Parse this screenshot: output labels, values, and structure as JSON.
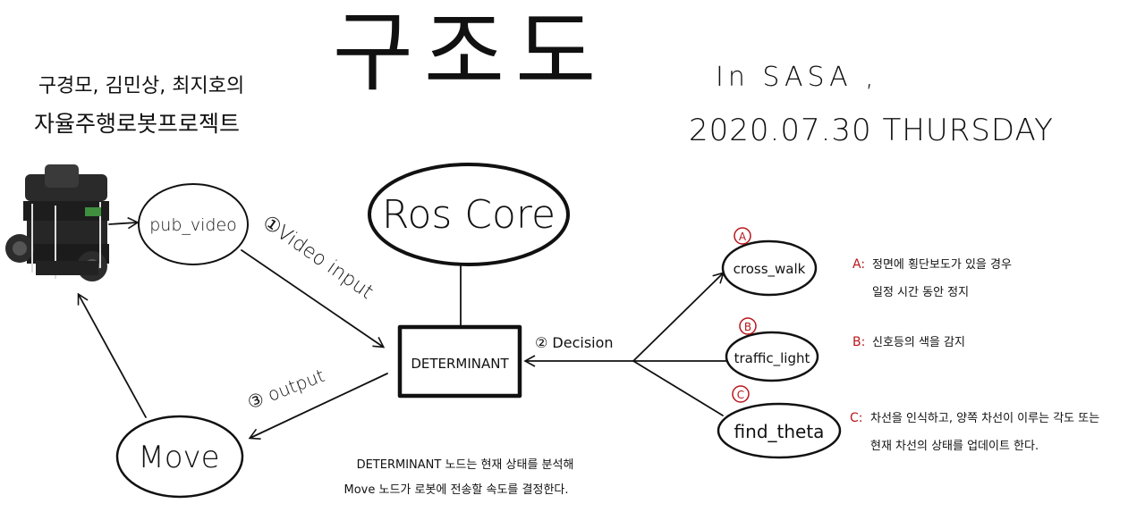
{
  "header": {
    "title": "구조도",
    "authors": "구경모, 김민상, 최지호의",
    "project": "자율주행로봇프로젝트",
    "location": "In SASA ,",
    "date": "2020.07.30 THURSDAY"
  },
  "nodes": {
    "pub_video": "pub_video",
    "roscore": "Ros Core",
    "determinant": "DETERMINANT",
    "move": "Move",
    "cross_walk": "cross_walk",
    "traffic_light": "traffic_light",
    "find_theta": "find_theta"
  },
  "edges": {
    "video_input": "①Video input",
    "decision": "② Decision",
    "output": "③ output"
  },
  "markers": {
    "a": "A",
    "b": "B",
    "c": "C"
  },
  "notes": {
    "a_label": "A:",
    "a_line1": "정면에 횡단보도가 있을 경우",
    "a_line2": "일정 시간 동안 정지",
    "b_label": "B:",
    "b_line1": "신호등의 색을 감지",
    "c_label": "C:",
    "c_line1": "차선을 인식하고, 양쪽 차선이 이루는 각도 또는",
    "c_line2": "현재 차선의 상태를 업데이트 한다.",
    "det_line1": "DETERMINANT 노드는 현재 상태를 분석해",
    "det_line2": "Move 노드가 로봇에 전송할 속도를 결정한다."
  },
  "icons": [
    "robot-image"
  ],
  "colors": {
    "ink": "#111111",
    "accent_red": "#b8161b"
  }
}
